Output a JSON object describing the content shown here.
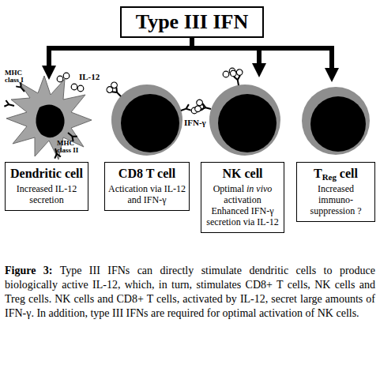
{
  "diagram": {
    "caption": "Figure 3: Type III IFNs can directly stimulate dendritic cells to produce biologically active IL-12, which, in turn, stimulates CD8+ T cells, NK cells and Treg cells. NK cells and CD8+ T cells, activated by IL-12, secret large amounts of IFN-γ. In addition, type III IFNs are required for optimal activation of NK cells.",
    "nodes": [
      {
        "text": [
          "Type III IFN"
        ]
      },
      {
        "text": [
          "Dendritic cell",
          "Increased IL-12 secretion"
        ]
      },
      {
        "text": [
          "CD8 T cell",
          "Actication via IL-12 and IFN-γ"
        ]
      },
      {
        "text": [
          "NK cell",
          "Optimal in vivo activation",
          "Enhanced IFN-γ secretion via IL-12"
        ]
      },
      {
        "text": [
          "TReg cell",
          "Increased immuno-suppression ?"
        ]
      }
    ],
    "edges": [
      {
        "from": 0,
        "to": 1,
        "arrow": "to"
      },
      {
        "from": 0,
        "to": 3,
        "arrow": "to"
      },
      {
        "from": 0,
        "to": 4,
        "arrow": "to"
      }
    ],
    "labels": [
      "MHC class I",
      "IL-12",
      "MHC class II",
      "IFN-γ"
    ]
  }
}
